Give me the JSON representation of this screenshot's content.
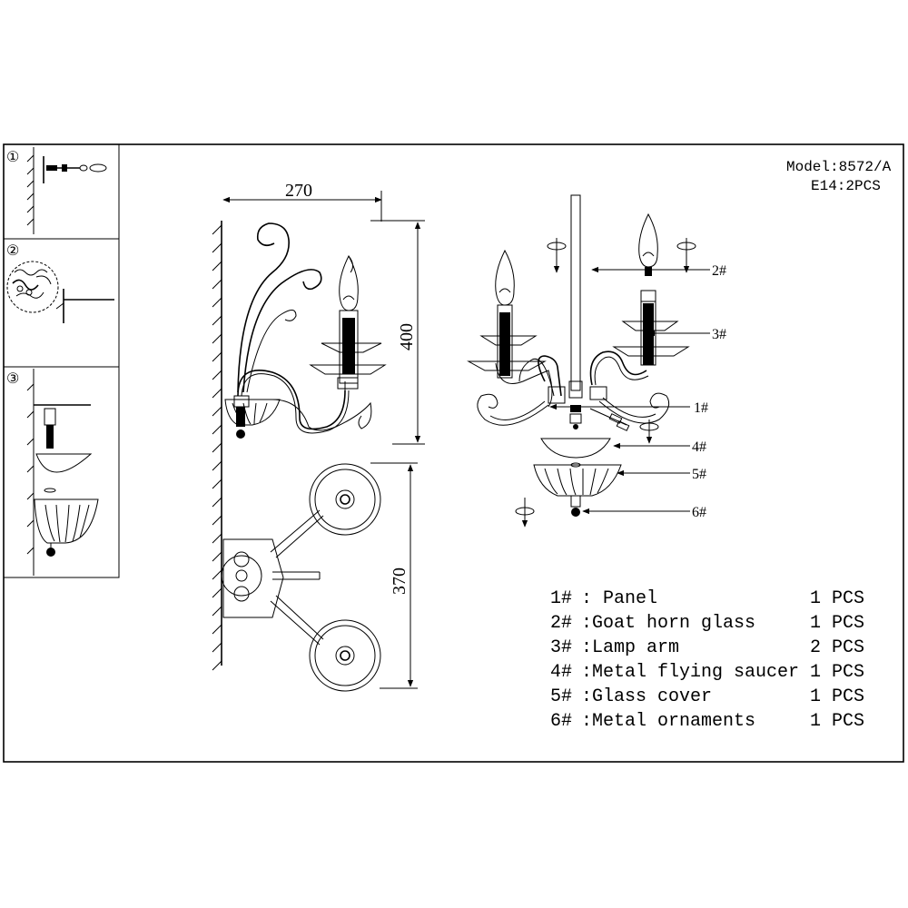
{
  "model": {
    "model_line": "Model:8572/A",
    "bulb_line": "E14:2PCS"
  },
  "steps": {
    "step1": "①",
    "step2": "②",
    "step3": "③"
  },
  "dimensions": {
    "width": "270",
    "height": "400",
    "depth": "370"
  },
  "callouts": {
    "c1": "1#",
    "c2": "2#",
    "c3": "3#",
    "c4": "4#",
    "c5": "5#",
    "c6": "6#"
  },
  "parts": [
    {
      "num": "1#",
      "name": ": Panel",
      "qty": "1 PCS"
    },
    {
      "num": "2#",
      "name": ":Goat horn glass",
      "qty": "1 PCS"
    },
    {
      "num": "3#",
      "name": ":Lamp arm",
      "qty": "2 PCS"
    },
    {
      "num": "4#",
      "name": ":Metal flying saucer",
      "qty": "1 PCS"
    },
    {
      "num": "5#",
      "name": ":Glass cover",
      "qty": "1 PCS"
    },
    {
      "num": "6#",
      "name": ":Metal ornaments",
      "qty": "1 PCS"
    }
  ]
}
